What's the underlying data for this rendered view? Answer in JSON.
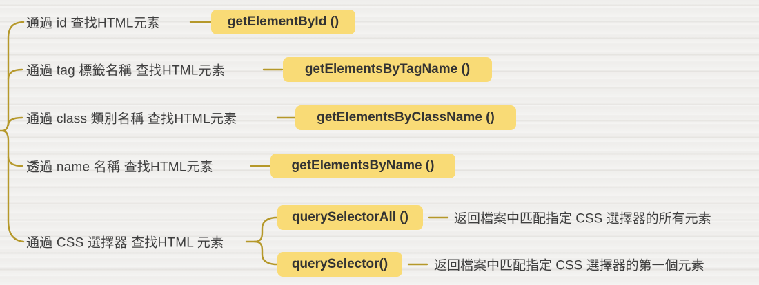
{
  "diagram": {
    "colors": {
      "background": "#f1f0ee",
      "branch_line": "#b5982a",
      "node_fill": "#f9db76",
      "node_text": "#333333",
      "label_text": "#3f3f3f"
    },
    "branches": [
      {
        "label": "通過 id 查找HTML元素",
        "method": "getElementById ()"
      },
      {
        "label": "通過 tag 標籤名稱 查找HTML元素",
        "method": "getElementsByTagName ()"
      },
      {
        "label": "通過 class 類別名稱 查找HTML元素",
        "method": "getElementsByClassName ()"
      },
      {
        "label": "透過 name 名稱 查找HTML元素",
        "method": "getElementsByName ()"
      },
      {
        "label": "通過 CSS 選擇器 查找HTML 元素",
        "children": [
          {
            "method": "querySelectorAll ()",
            "description": "返回檔案中匹配指定 CSS 選擇器的所有元素"
          },
          {
            "method": "querySelector()",
            "description": "返回檔案中匹配指定 CSS 選擇器的第一個元素"
          }
        ]
      }
    ]
  }
}
